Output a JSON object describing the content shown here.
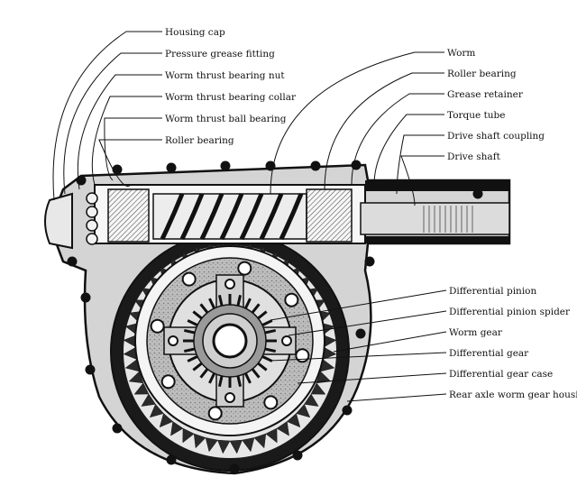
{
  "colors": {
    "ink": "#111111",
    "paper": "#ffffff",
    "hatch": "#555555"
  },
  "labels_left": [
    "Housing cap",
    "Pressure grease fitting",
    "Worm thrust bearing nut",
    "Worm thrust bearing collar",
    "Worm thrust ball bearing",
    "Roller bearing"
  ],
  "labels_top_right": [
    "Worm",
    "Roller bearing",
    "Grease retainer",
    "Torque tube",
    "Drive shaft coupling",
    "Drive shaft"
  ],
  "labels_bottom_right": [
    "Differential pinion",
    "Differential pinion spider",
    "Worm gear",
    "Differential gear",
    "Differential gear case",
    "Rear axle worm gear housing"
  ]
}
